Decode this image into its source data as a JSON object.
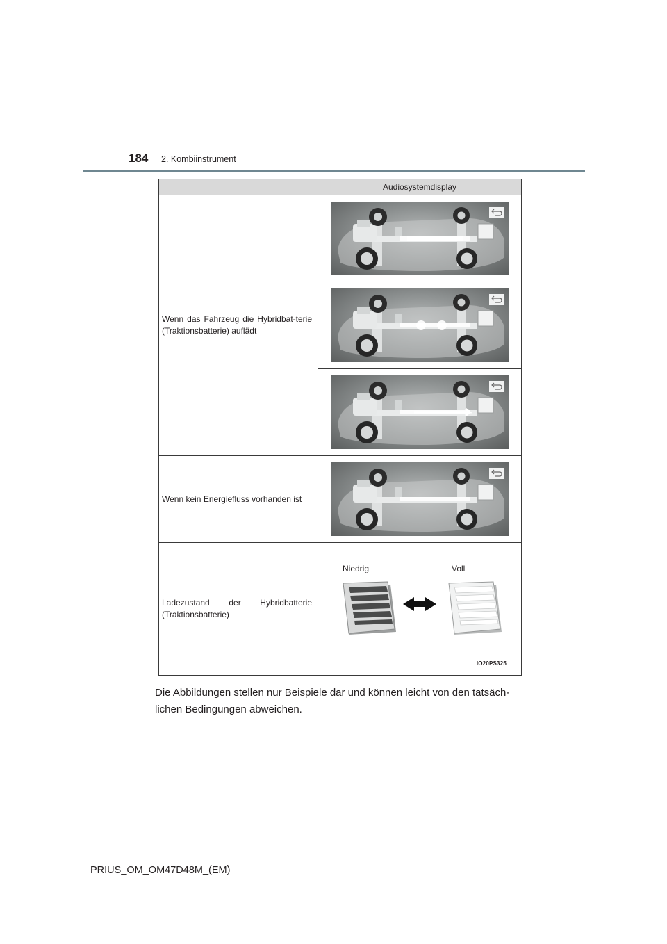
{
  "header": {
    "page_number": "184",
    "section": "2. Kombiinstrument"
  },
  "table": {
    "column_header": "Audiosystemdisplay",
    "rows": [
      {
        "label": "Wenn das Fahrzeug die Hybridbat-terie (Traktionsbatterie) auflädt",
        "images": 3
      },
      {
        "label": "Wenn kein Energiefluss vorhanden ist",
        "images": 1
      },
      {
        "label": "Ladezustand der Hybridbatterie (Traktionsbatterie)"
      }
    ],
    "soc": {
      "low_label": "Niedrig",
      "full_label": "Voll",
      "image_code": "IO20PS325"
    }
  },
  "caption": "Die Abbildungen stellen nur Beispiele dar und können leicht von den tatsäch-lichen Bedingungen abweichen.",
  "footer": {
    "doc_id": "PRIUS_OM_OM47D48M_(EM)"
  },
  "icons": [
    "back-arrow-icon",
    "double-arrow-icon"
  ]
}
